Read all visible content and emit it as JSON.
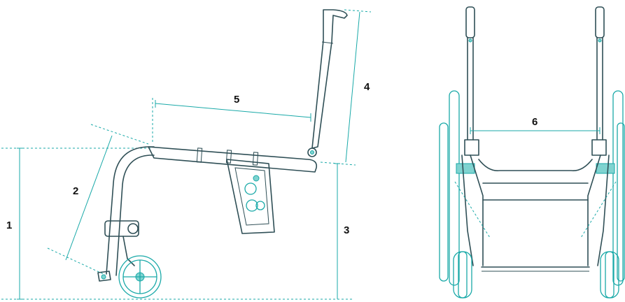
{
  "diagram": {
    "labels": {
      "d1": "1",
      "d2": "2",
      "d3": "3",
      "d4": "4",
      "d5": "5",
      "d6": "6"
    },
    "colors": {
      "dimension_line": "#19a9a8",
      "frame_outline": "#2f4f56",
      "accent_fill": "#7fd3d0",
      "label_text": "#111111"
    },
    "views": [
      "side-view",
      "front-view"
    ]
  }
}
